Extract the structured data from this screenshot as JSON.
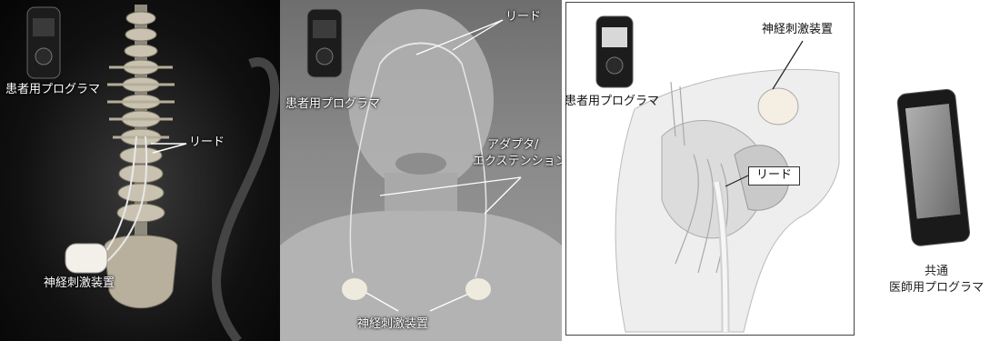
{
  "panels": {
    "spine": {
      "patient_programmer_label": "患者用プログラマ",
      "lead_label": "リード",
      "stimulator_label": "神経刺激装置"
    },
    "head": {
      "patient_programmer_label": "患者用プログラマ",
      "lead_label": "リード",
      "adapter_label_line1": "アダプタ/",
      "adapter_label_line2": "エクステンション",
      "stimulator_label": "神経刺激装置"
    },
    "pelvis": {
      "patient_programmer_label": "患者用プログラマ",
      "stimulator_label": "神経刺激装置",
      "lead_label": "リード"
    }
  },
  "physician_programmer": {
    "caption_line1": "共通",
    "caption_line2": "医師用プログラマ"
  }
}
